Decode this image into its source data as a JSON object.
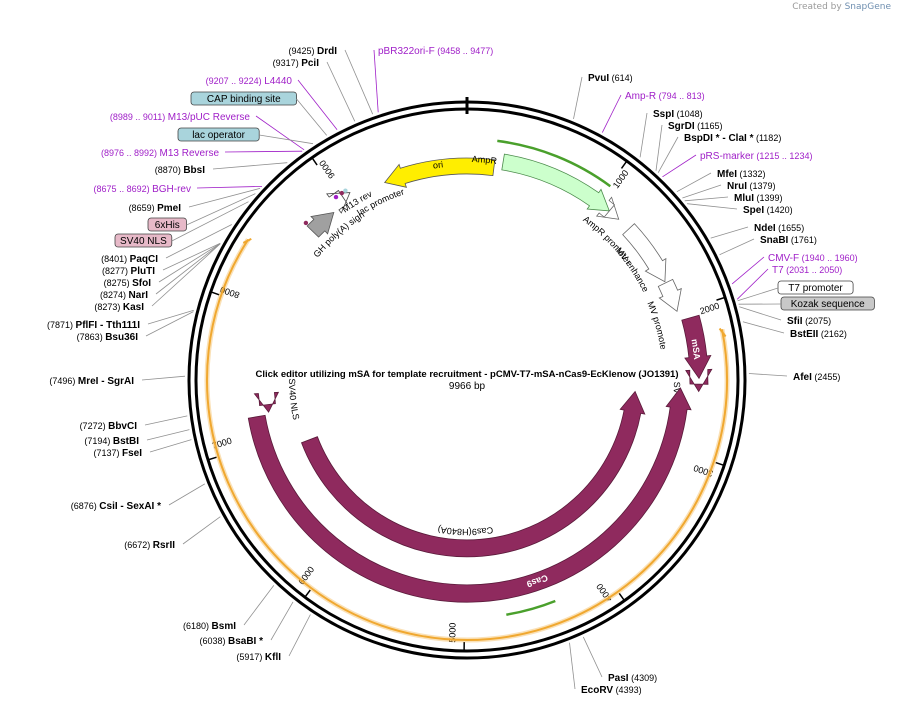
{
  "credit": {
    "prefix": "Created by",
    "brand": "SnapGene"
  },
  "plasmid": {
    "title": "Click editor utilizing mSA for template recruitment - pCMV-T7-mSA-nCas9-EcKlenow (JO1391)",
    "size_label": "9966 bp",
    "length": 9966
  },
  "ticks": [
    "1000",
    "2000",
    "3000",
    "4000",
    "5000",
    "6000",
    "7000",
    "8000",
    "9000"
  ],
  "features": [
    {
      "name": "ori",
      "color": "#ffee00"
    },
    {
      "name": "AmpR",
      "color": "#ccffcc"
    },
    {
      "name": "AmpR promoter",
      "color": "#ffffff"
    },
    {
      "name": "CMV enhancer",
      "color": "#ffffff"
    },
    {
      "name": "CMV promoter",
      "color": "#ffffff"
    },
    {
      "name": "mSA",
      "color": "#8f2a5e"
    },
    {
      "name": "SV40 NLS",
      "color": "#8f2a5e"
    },
    {
      "name": "Cas9(H840A)",
      "color": "#8f2a5e"
    },
    {
      "name": "Cas9",
      "color": "#8f2a5e"
    },
    {
      "name": "SV40 NLS",
      "color": "#8f2a5e"
    },
    {
      "name": "bGH poly(A) signal",
      "color": "#a0a0a0"
    },
    {
      "name": "lac promoter",
      "color": "#ffffff"
    },
    {
      "name": "M13 rev",
      "color": "#ffffff"
    }
  ],
  "sites": [
    {
      "pos": "(9425)",
      "name": "DrdI"
    },
    {
      "pos": "(9317)",
      "name": "PciI"
    },
    {
      "pos": "(8870)",
      "name": "BbsI"
    },
    {
      "pos": "(8659)",
      "name": "PmeI"
    },
    {
      "pos": "(8401)",
      "name": "PaqCI"
    },
    {
      "pos": "(8277)",
      "name": "PluTI"
    },
    {
      "pos": "(8275)",
      "name": "SfoI"
    },
    {
      "pos": "(8274)",
      "name": "NarI"
    },
    {
      "pos": "(8273)",
      "name": "KasI"
    },
    {
      "pos": "(7871)",
      "name": "PflFI",
      "alt": "- Tth111I"
    },
    {
      "pos": "(7863)",
      "name": "Bsu36I"
    },
    {
      "pos": "(7496)",
      "name": "MreI",
      "alt": "- SgrAI"
    },
    {
      "pos": "(7272)",
      "name": "BbvCI"
    },
    {
      "pos": "(7194)",
      "name": "BstBI"
    },
    {
      "pos": "(7137)",
      "name": "FseI"
    },
    {
      "pos": "(6876)",
      "name": "CsiI",
      "alt": "- SexAI *"
    },
    {
      "pos": "(6672)",
      "name": "RsrII"
    },
    {
      "pos": "(6180)",
      "name": "BsmI"
    },
    {
      "pos": "(6038)",
      "name": "BsaBI *"
    },
    {
      "pos": "(5917)",
      "name": "KflI"
    },
    {
      "name": "PvuI",
      "pos": "(614)"
    },
    {
      "name": "SspI",
      "pos": "(1048)"
    },
    {
      "name": "SgrDI",
      "pos": "(1165)"
    },
    {
      "name": "BspDI *",
      "alt": "- ClaI *",
      "pos": "(1182)"
    },
    {
      "name": "MfeI",
      "pos": "(1332)"
    },
    {
      "name": "NruI",
      "pos": "(1379)"
    },
    {
      "name": "MluI",
      "pos": "(1399)"
    },
    {
      "name": "SpeI",
      "pos": "(1420)"
    },
    {
      "name": "NdeI",
      "pos": "(1655)"
    },
    {
      "name": "SnaBI",
      "pos": "(1761)"
    },
    {
      "name": "SfiI",
      "pos": "(2075)"
    },
    {
      "name": "BstEII",
      "pos": "(2162)"
    },
    {
      "name": "AfeI",
      "pos": "(2455)"
    },
    {
      "name": "PasI",
      "pos": "(4309)"
    },
    {
      "name": "EcoRV",
      "pos": "(4393)"
    }
  ],
  "primers": [
    {
      "name": "pBR322ori-F",
      "range": "(9458 .. 9477)"
    },
    {
      "name": "L4440",
      "range": "(9207 .. 9224)"
    },
    {
      "name": "M13/pUC Reverse",
      "range": "(8989 .. 9011)"
    },
    {
      "name": "M13 Reverse",
      "range": "(8976 .. 8992)"
    },
    {
      "name": "BGH-rev",
      "range": "(8675 .. 8692)"
    },
    {
      "name": "Amp-R",
      "range": "(794 .. 813)"
    },
    {
      "name": "pRS-marker",
      "range": "(1215 .. 1234)"
    },
    {
      "name": "CMV-F",
      "range": "(1940 .. 1960)"
    },
    {
      "name": "T7",
      "range": "(2031 .. 2050)"
    }
  ],
  "boxed": [
    {
      "name": "CAP binding site",
      "color": "#a9d4dc"
    },
    {
      "name": "lac operator",
      "color": "#a9d4dc"
    },
    {
      "name": "6xHis",
      "color": "#e7b9c8"
    },
    {
      "name": "SV40 NLS",
      "color": "#e7b9c8"
    },
    {
      "name": "T7 promoter",
      "color": "#ffffff"
    },
    {
      "name": "Kozak sequence",
      "color": "#c8c8c8"
    }
  ],
  "colors": {
    "primer": "#a020c8",
    "cds": "#8f2a5e",
    "orf": "#f0a830",
    "backbone": "#000000"
  }
}
